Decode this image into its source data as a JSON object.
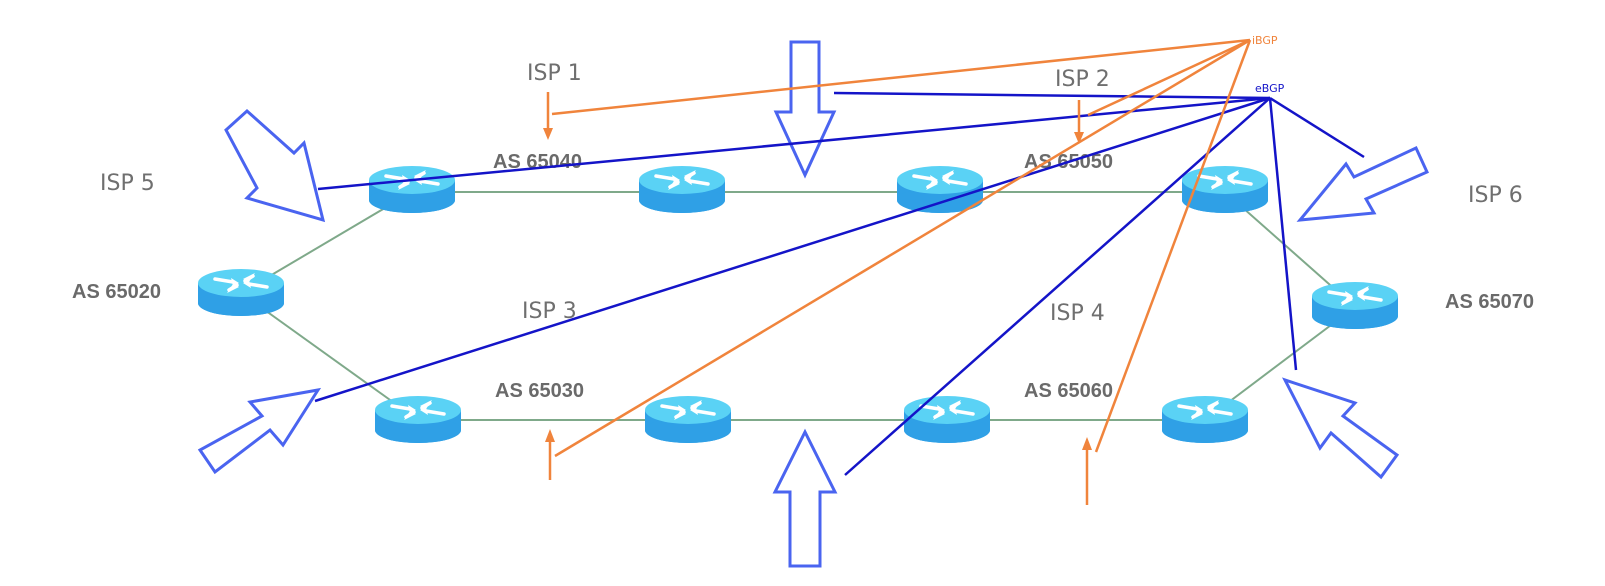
{
  "colors": {
    "link": "#7fa98a",
    "ibgp": "#f0843c",
    "ebgp": "#1414c8",
    "outline_arrow": "#4a64f0",
    "router_top": "#5ad2f5",
    "router_side": "#2fa0e6",
    "router_glyph": "#ffffff",
    "label": "#6a6a6a"
  },
  "legend": {
    "ibgp": "iBGP",
    "ebgp": "eBGP"
  },
  "isps": {
    "isp1": "ISP 1",
    "isp2": "ISP 2",
    "isp3": "ISP 3",
    "isp4": "ISP 4",
    "isp5": "ISP 5",
    "isp6": "ISP 6"
  },
  "as_numbers": {
    "as65040": "AS 65040",
    "as65050": "AS 65050",
    "as65020": "AS 65020",
    "as65070": "AS 65070",
    "as65030": "AS 65030",
    "as65060": "AS 65060"
  },
  "router_icon": "router-icon"
}
